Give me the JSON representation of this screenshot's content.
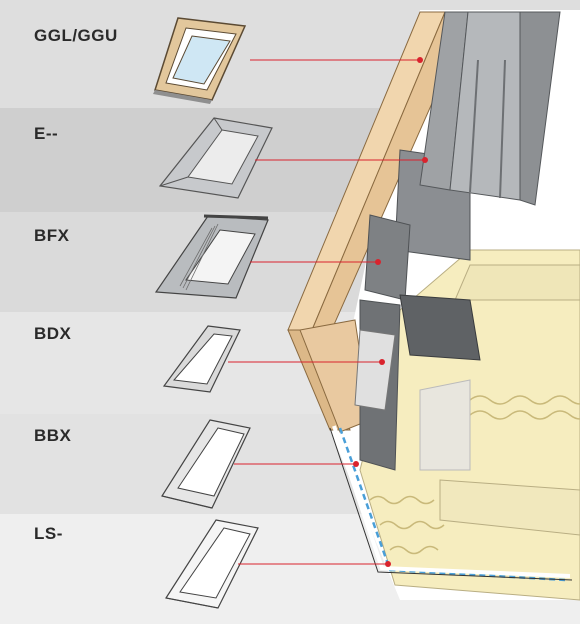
{
  "labels": [
    {
      "id": "ggl",
      "text": "GGL/GGU"
    },
    {
      "id": "e",
      "text": "E--"
    },
    {
      "id": "bfx",
      "text": "BFX"
    },
    {
      "id": "bdx",
      "text": "BDX"
    },
    {
      "id": "bbx",
      "text": "BBX"
    },
    {
      "id": "ls",
      "text": "LS-"
    }
  ],
  "colors": {
    "band_a": "#dcdcdc",
    "band_b": "#e9e9e9",
    "leader_line": "#d9232d",
    "timber": "#e9c9a0",
    "metal_dark": "#7f8285",
    "metal_mid": "#a7aaad",
    "insulation": "#f6edbf",
    "membrane": "#4a9fd8"
  }
}
